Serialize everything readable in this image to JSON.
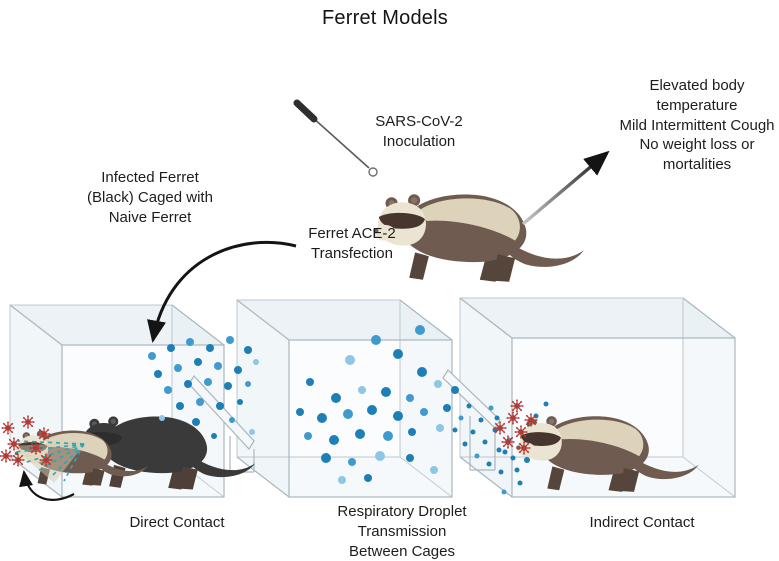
{
  "title": "Ferret Models",
  "labels": {
    "inoculation": "SARS-CoV-2\nInoculation",
    "outcome": "Elevated body\ntemperature\nMild Intermittent Cough\nNo weight loss or\nmortalities",
    "infected_caged": "Infected Ferret\n(Black) Caged with\nNaive Ferret",
    "ace2": "Ferret ACE-2\nTransfection",
    "caption_direct": "Direct Contact",
    "caption_respiratory": "Respiratory Droplet\nTransmission\nBetween Cages",
    "caption_indirect": "Indirect Contact"
  },
  "icons": {
    "needle": "inoculation-needle",
    "virus": "coronavirus-particle",
    "droplet": "respiratory-droplet",
    "arrow": "transmission-arrow"
  },
  "colors": {
    "droplet_dark": "#1d7fb5",
    "droplet_mid": "#3f9ad0",
    "droplet_light": "#8ec6e6",
    "virus_red": "#b23b35",
    "ray_teal": "#2aa7b8",
    "ferret_brown": "#6f5b50",
    "ferret_cream": "#ddd2ba",
    "ferret_black": "#3a3a3a",
    "cage_stroke": "#a9b7bf",
    "cage_fill": "#e9f1f4",
    "arrow_black": "#141414"
  },
  "particles": [
    {
      "group": "cage1-droplets",
      "palette": [
        "#1d7fb5",
        "#3f9ad0",
        "#8ec6e6"
      ],
      "dots": [
        [
          152,
          356,
          4,
          1
        ],
        [
          171,
          348,
          4,
          0
        ],
        [
          190,
          342,
          4,
          1
        ],
        [
          210,
          348,
          4,
          0
        ],
        [
          230,
          340,
          4,
          1
        ],
        [
          248,
          350,
          4,
          0
        ],
        [
          158,
          374,
          4,
          0
        ],
        [
          178,
          368,
          4,
          1
        ],
        [
          198,
          362,
          4,
          0
        ],
        [
          218,
          366,
          4,
          1
        ],
        [
          238,
          370,
          4,
          0
        ],
        [
          256,
          362,
          3,
          2
        ],
        [
          168,
          390,
          4,
          1
        ],
        [
          188,
          384,
          4,
          0
        ],
        [
          208,
          382,
          4,
          1
        ],
        [
          228,
          386,
          4,
          0
        ],
        [
          248,
          384,
          3,
          1
        ],
        [
          180,
          406,
          4,
          0
        ],
        [
          200,
          402,
          4,
          1
        ],
        [
          220,
          406,
          4,
          0
        ],
        [
          240,
          402,
          3,
          0
        ],
        [
          162,
          418,
          3,
          2
        ],
        [
          196,
          422,
          4,
          0
        ],
        [
          232,
          420,
          3,
          1
        ],
        [
          252,
          432,
          3,
          2
        ],
        [
          214,
          436,
          3,
          0
        ]
      ]
    },
    {
      "group": "cage2-droplets",
      "palette": [
        "#1d7fb5",
        "#3f9ad0",
        "#8ec6e6"
      ],
      "dots": [
        [
          420,
          330,
          5,
          1
        ],
        [
          350,
          360,
          5,
          2
        ],
        [
          398,
          354,
          5,
          0
        ],
        [
          422,
          372,
          5,
          0
        ],
        [
          310,
          382,
          4,
          0
        ],
        [
          336,
          398,
          5,
          0
        ],
        [
          362,
          390,
          4,
          2
        ],
        [
          386,
          392,
          5,
          0
        ],
        [
          410,
          398,
          4,
          1
        ],
        [
          438,
          384,
          4,
          2
        ],
        [
          300,
          412,
          4,
          0
        ],
        [
          322,
          418,
          5,
          0
        ],
        [
          348,
          414,
          5,
          1
        ],
        [
          372,
          410,
          5,
          0
        ],
        [
          398,
          416,
          5,
          0
        ],
        [
          424,
          412,
          4,
          1
        ],
        [
          447,
          408,
          4,
          0
        ],
        [
          308,
          436,
          4,
          1
        ],
        [
          334,
          440,
          5,
          0
        ],
        [
          360,
          434,
          5,
          0
        ],
        [
          388,
          436,
          5,
          1
        ],
        [
          412,
          432,
          4,
          0
        ],
        [
          440,
          428,
          4,
          2
        ],
        [
          326,
          458,
          5,
          0
        ],
        [
          352,
          462,
          4,
          1
        ],
        [
          380,
          456,
          5,
          2
        ],
        [
          410,
          458,
          4,
          0
        ],
        [
          342,
          480,
          4,
          2
        ],
        [
          368,
          478,
          4,
          0
        ],
        [
          434,
          470,
          4,
          2
        ],
        [
          455,
          390,
          4,
          0
        ],
        [
          376,
          340,
          5,
          1
        ]
      ]
    },
    {
      "group": "stream-droplets",
      "palette": [
        "#1d7fb5",
        "#3f9ad0",
        "#8ec6e6"
      ],
      "dots": [
        [
          455,
          430,
          2.5,
          0
        ],
        [
          461,
          418,
          2.5,
          1
        ],
        [
          465,
          444,
          2.5,
          0
        ],
        [
          469,
          406,
          2.5,
          0
        ],
        [
          473,
          432,
          2.5,
          0
        ],
        [
          477,
          456,
          2.5,
          1
        ],
        [
          481,
          420,
          2.5,
          0
        ],
        [
          485,
          442,
          2.5,
          0
        ],
        [
          489,
          464,
          2.5,
          0
        ],
        [
          491,
          408,
          2.5,
          1
        ],
        [
          495,
          430,
          2.5,
          0
        ],
        [
          499,
          450,
          2.5,
          0
        ],
        [
          501,
          472,
          2.5,
          0
        ],
        [
          505,
          452,
          2.5,
          0
        ],
        [
          509,
          440,
          2.5,
          1
        ],
        [
          513,
          458,
          2.5,
          0
        ],
        [
          517,
          470,
          2.5,
          0
        ],
        [
          521,
          446,
          2.5,
          0
        ],
        [
          497,
          418,
          2.5,
          0
        ],
        [
          527,
          460,
          3,
          0
        ],
        [
          533,
          446,
          2.5,
          1
        ],
        [
          539,
          452,
          2.5,
          0
        ],
        [
          543,
          432,
          2.5,
          0
        ],
        [
          520,
          483,
          2.5,
          0
        ],
        [
          504,
          492,
          2.5,
          1
        ],
        [
          536,
          416,
          2.5,
          0
        ],
        [
          546,
          404,
          2.5,
          0
        ]
      ]
    }
  ],
  "viruses": [
    {
      "group": "cage1-viruses",
      "color": "#b23b35",
      "points": [
        [
          8,
          428
        ],
        [
          14,
          444
        ],
        [
          6,
          456
        ],
        [
          18,
          460
        ],
        [
          28,
          422
        ],
        [
          36,
          448
        ],
        [
          46,
          460
        ],
        [
          44,
          434
        ]
      ]
    },
    {
      "group": "cage3-viruses",
      "color": "#b23b35",
      "points": [
        [
          500,
          428
        ],
        [
          513,
          418
        ],
        [
          508,
          442
        ],
        [
          521,
          432
        ],
        [
          531,
          420
        ],
        [
          524,
          448
        ],
        [
          517,
          406
        ]
      ]
    }
  ]
}
